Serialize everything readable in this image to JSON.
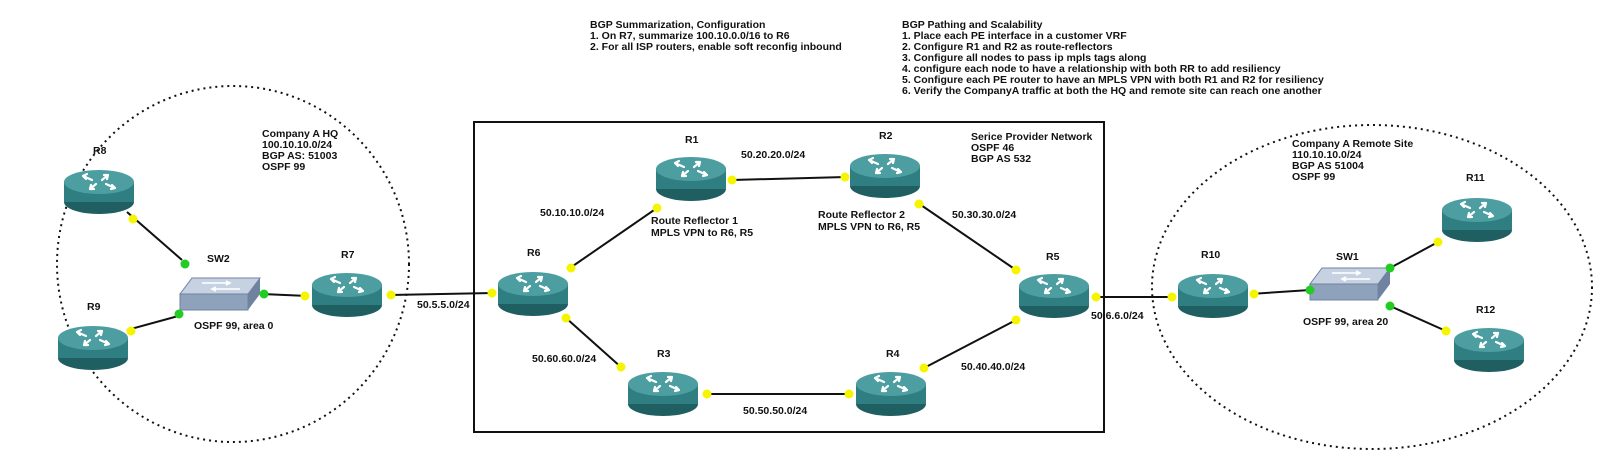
{
  "notes": {
    "summarization": {
      "title": "BGP Summarization, Configuration",
      "lines": [
        "1. On R7, summarize 100.10.0.0/16 to R6",
        "2. For all ISP routers, enable soft reconfig inbound"
      ]
    },
    "pathing": {
      "title": "BGP Pathing and Scalability",
      "lines": [
        "1. Place each PE interface in a customer VRF",
        "2. Configure R1 and R2 as route-reflectors",
        "3. Configure all nodes to pass ip mpls tags along",
        "4. configure each node to have a relationship with both RR to add resiliency",
        "5. Configure each PE router to have an MPLS VPN with both R1 and R2 for resiliency",
        "6. Verify the CompanyA traffic at both the HQ and remote site can reach one another"
      ]
    }
  },
  "sites": {
    "hq": [
      "Company A HQ",
      "100.10.10.0/24",
      "BGP AS: 51003",
      "OSPF 99"
    ],
    "provider": [
      "Serice Provider Network",
      "OSPF 46",
      "BGP AS 532"
    ],
    "remote": [
      "Company A Remote Site",
      "110.10.10.0/24",
      "BGP AS 51004",
      "OSPF 99"
    ]
  },
  "devices": {
    "R1": "R1",
    "R2": "R2",
    "R3": "R3",
    "R4": "R4",
    "R5": "R5",
    "R6": "R6",
    "R7": "R7",
    "R8": "R8",
    "R9": "R9",
    "R10": "R10",
    "R11": "R11",
    "R12": "R12",
    "SW1": "SW1",
    "SW2": "SW2"
  },
  "device_notes": {
    "R1": [
      "Route Reflector 1",
      "MPLS VPN to R6, R5"
    ],
    "R2": [
      "Route Reflector 2",
      "MPLS VPN to R6, R5"
    ],
    "SW2": "OSPF 99, area 0",
    "SW1": "OSPF 99, area 20"
  },
  "links": {
    "r1_r2": "50.20.20.0/24",
    "r6_r1": "50.10.10.0/24",
    "r2_r5": "50.30.30.0/24",
    "r7_r6": "50.5.5.0/24",
    "r5_r10": "50.6.6.0/24",
    "r6_r3": "50.60.60.0/24",
    "r3_r4": "50.50.50.0/24",
    "r4_r5": "50.40.40.0/24"
  },
  "colors": {
    "router_body": "#2f7f82",
    "switch_body": "#8fa2bb",
    "port_router": "#f5f500",
    "port_switch": "#22cc22"
  }
}
